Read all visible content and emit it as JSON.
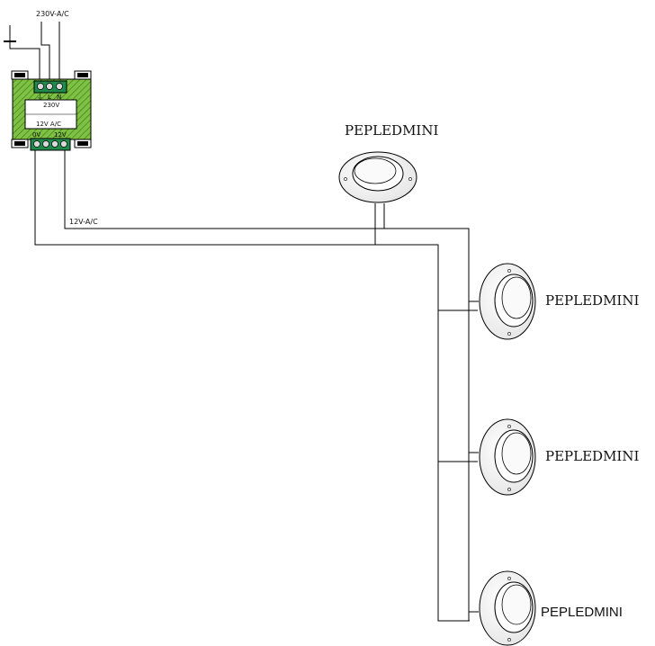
{
  "supply": {
    "mains_label": "230V-A/C",
    "output_label": "12V-A/C"
  },
  "transformer": {
    "input_terminals": [
      "⏚",
      "L",
      "N"
    ],
    "primary_label": "230V",
    "secondary_label": "12V A/C",
    "output_terminals": [
      "0V",
      "12V"
    ],
    "body_color": "#7dc242",
    "terminal_color": "#1f8a4c"
  },
  "lights": [
    {
      "label": "PEPLEDMINI"
    },
    {
      "label": "PEPLEDMINI"
    },
    {
      "label": "PEPLEDMINI"
    },
    {
      "label": "PEPLEDMINI"
    }
  ]
}
